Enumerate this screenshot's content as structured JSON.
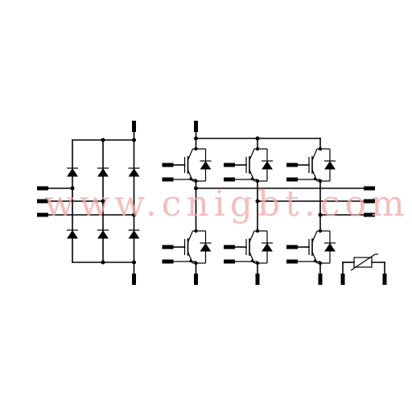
{
  "watermark": {
    "text": "www.cnigbt.com",
    "color": "#f0a8a8"
  },
  "colors": {
    "line": "#000000",
    "background": "#ffffff"
  },
  "components": {
    "rectifier": {
      "diode_count": 6,
      "ac_inputs": 3
    },
    "inverter": {
      "igbt_count": 6,
      "outputs": 3
    },
    "thermistor": {
      "count": 1
    }
  }
}
